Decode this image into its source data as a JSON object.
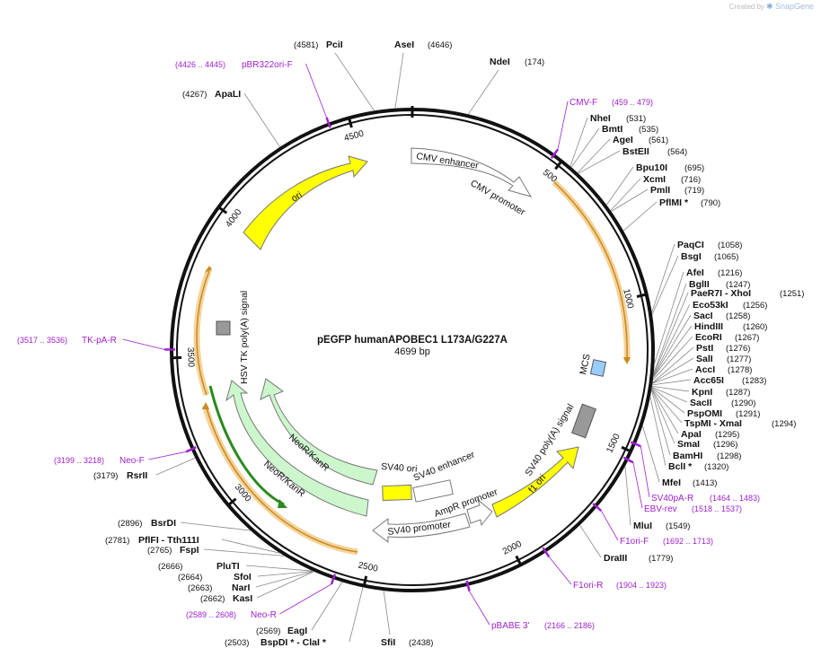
{
  "credit": {
    "text": "Created by",
    "brand": "SnapGene"
  },
  "plasmid": {
    "name": "pEGFP humanAPOBEC1 L173A/G227A",
    "size_label": "4699 bp",
    "length": 4699
  },
  "colors": {
    "primer": "#a020d0",
    "yellow": "#ffff00",
    "green": "#ccf7cc",
    "blue": "#99ccff",
    "gray": "#999999",
    "orange": "#f5a623"
  },
  "ticks": [
    {
      "bp": 500,
      "label": "500"
    },
    {
      "bp": 1000,
      "label": "1000"
    },
    {
      "bp": 1500,
      "label": "1500"
    },
    {
      "bp": 2000,
      "label": "2000"
    },
    {
      "bp": 2500,
      "label": "2500"
    },
    {
      "bp": 3000,
      "label": "3000"
    },
    {
      "bp": 3500,
      "label": "3500"
    },
    {
      "bp": 4000,
      "label": "4000"
    },
    {
      "bp": 4500,
      "label": "4500"
    }
  ],
  "enzymes": [
    {
      "name": "NdeI",
      "pos": "(174)",
      "bp": 174
    },
    {
      "name": "NheI",
      "pos": "(531)",
      "bp": 531
    },
    {
      "name": "BmtI",
      "pos": "(535)",
      "bp": 535
    },
    {
      "name": "AgeI",
      "pos": "(561)",
      "bp": 561
    },
    {
      "name": "BstEII",
      "pos": "(564)",
      "bp": 564
    },
    {
      "name": "Bpu10I",
      "pos": "(695)",
      "bp": 695
    },
    {
      "name": "XcmI",
      "pos": "(716)",
      "bp": 716
    },
    {
      "name": "PmlI",
      "pos": "(719)",
      "bp": 719
    },
    {
      "name": "PflMI *",
      "pos": "(790)",
      "bp": 790
    },
    {
      "name": "PaqCI",
      "pos": "(1058)",
      "bp": 1058
    },
    {
      "name": "BsgI",
      "pos": "(1065)",
      "bp": 1065
    },
    {
      "name": "AfeI",
      "pos": "(1216)",
      "bp": 1216
    },
    {
      "name": "BglII",
      "pos": "(1247)",
      "bp": 1247
    },
    {
      "name": "PaeR7I - XhoI",
      "pos": "(1251)",
      "bp": 1251
    },
    {
      "name": "Eco53kI",
      "pos": "(1256)",
      "bp": 1256
    },
    {
      "name": "SacI",
      "pos": "(1258)",
      "bp": 1258
    },
    {
      "name": "HindIII",
      "pos": "(1260)",
      "bp": 1260
    },
    {
      "name": "EcoRI",
      "pos": "(1267)",
      "bp": 1267
    },
    {
      "name": "PstI",
      "pos": "(1276)",
      "bp": 1276
    },
    {
      "name": "SalI",
      "pos": "(1277)",
      "bp": 1277
    },
    {
      "name": "AccI",
      "pos": "(1278)",
      "bp": 1278
    },
    {
      "name": "Acc65I",
      "pos": "(1283)",
      "bp": 1283
    },
    {
      "name": "KpnI",
      "pos": "(1287)",
      "bp": 1287
    },
    {
      "name": "SacII",
      "pos": "(1290)",
      "bp": 1290
    },
    {
      "name": "PspOMI",
      "pos": "(1291)",
      "bp": 1291
    },
    {
      "name": "TspMI - XmaI",
      "pos": "(1294)",
      "bp": 1294
    },
    {
      "name": "ApaI",
      "pos": "(1295)",
      "bp": 1295
    },
    {
      "name": "SmaI",
      "pos": "(1296)",
      "bp": 1296
    },
    {
      "name": "BamHI",
      "pos": "(1298)",
      "bp": 1298
    },
    {
      "name": "BclI *",
      "pos": "(1320)",
      "bp": 1320
    },
    {
      "name": "MfeI",
      "pos": "(1413)",
      "bp": 1413
    },
    {
      "name": "MluI",
      "pos": "(1549)",
      "bp": 1549
    },
    {
      "name": "DraIII",
      "pos": "(1779)",
      "bp": 1779
    },
    {
      "name": "SfiI",
      "pos": "(2438)",
      "bp": 2438
    },
    {
      "name": "BspDI * - ClaI *",
      "pos": "(2503)",
      "bp": 2503
    },
    {
      "name": "EagI",
      "pos": "(2569)",
      "bp": 2569
    },
    {
      "name": "KasI",
      "pos": "(2662)",
      "bp": 2662
    },
    {
      "name": "NarI",
      "pos": "(2663)",
      "bp": 2663
    },
    {
      "name": "SfoI",
      "pos": "(2664)",
      "bp": 2664
    },
    {
      "name": "PluTI",
      "pos": "(2666)",
      "bp": 2666
    },
    {
      "name": "FspI",
      "pos": "(2765)",
      "bp": 2765
    },
    {
      "name": "PflFI - Tth111I",
      "pos": "(2781)",
      "bp": 2781
    },
    {
      "name": "BsrDI",
      "pos": "(2896)",
      "bp": 2896
    },
    {
      "name": "RsrII",
      "pos": "(3179)",
      "bp": 3179
    },
    {
      "name": "ApaLI",
      "pos": "(4267)",
      "bp": 4267
    },
    {
      "name": "PciI",
      "pos": "(4581)",
      "bp": 4581
    },
    {
      "name": "AseI",
      "pos": "(4646)",
      "bp": 4646
    }
  ],
  "primers": [
    {
      "name": "CMV-F",
      "range": "(459 .. 479)",
      "bp": 469
    },
    {
      "name": "SV40pA-R",
      "range": "(1464 .. 1483)",
      "bp": 1473
    },
    {
      "name": "EBV-rev",
      "range": "(1518 .. 1537)",
      "bp": 1527
    },
    {
      "name": "F1ori-F",
      "range": "(1692 .. 1713)",
      "bp": 1702
    },
    {
      "name": "F1ori-R",
      "range": "(1904 .. 1923)",
      "bp": 1913
    },
    {
      "name": "pBABE 3'",
      "range": "(2166 .. 2186)",
      "bp": 2176
    },
    {
      "name": "Neo-R",
      "range": "(2589 .. 2608)",
      "bp": 2598
    },
    {
      "name": "Neo-F",
      "range": "(3199 .. 3218)",
      "bp": 3208
    },
    {
      "name": "TK-pA-R",
      "range": "(3517 .. 3536)",
      "bp": 3526
    },
    {
      "name": "pBR322ori-F",
      "range": "(4426 .. 4445)",
      "bp": 4435
    }
  ],
  "features": [
    {
      "name": "CMV enhancer"
    },
    {
      "name": "CMV promoter"
    },
    {
      "name": "MCS"
    },
    {
      "name": "SV40 poly(A) signal"
    },
    {
      "name": "f1 ori"
    },
    {
      "name": "AmpR promoter"
    },
    {
      "name": "SV40 promoter"
    },
    {
      "name": "SV40 ori"
    },
    {
      "name": "SV40 enhancer"
    },
    {
      "name": "NeoR/KanR"
    },
    {
      "name": "NeoR/KanR"
    },
    {
      "name": "HSV TK poly(A) signal"
    },
    {
      "name": "ori"
    }
  ]
}
